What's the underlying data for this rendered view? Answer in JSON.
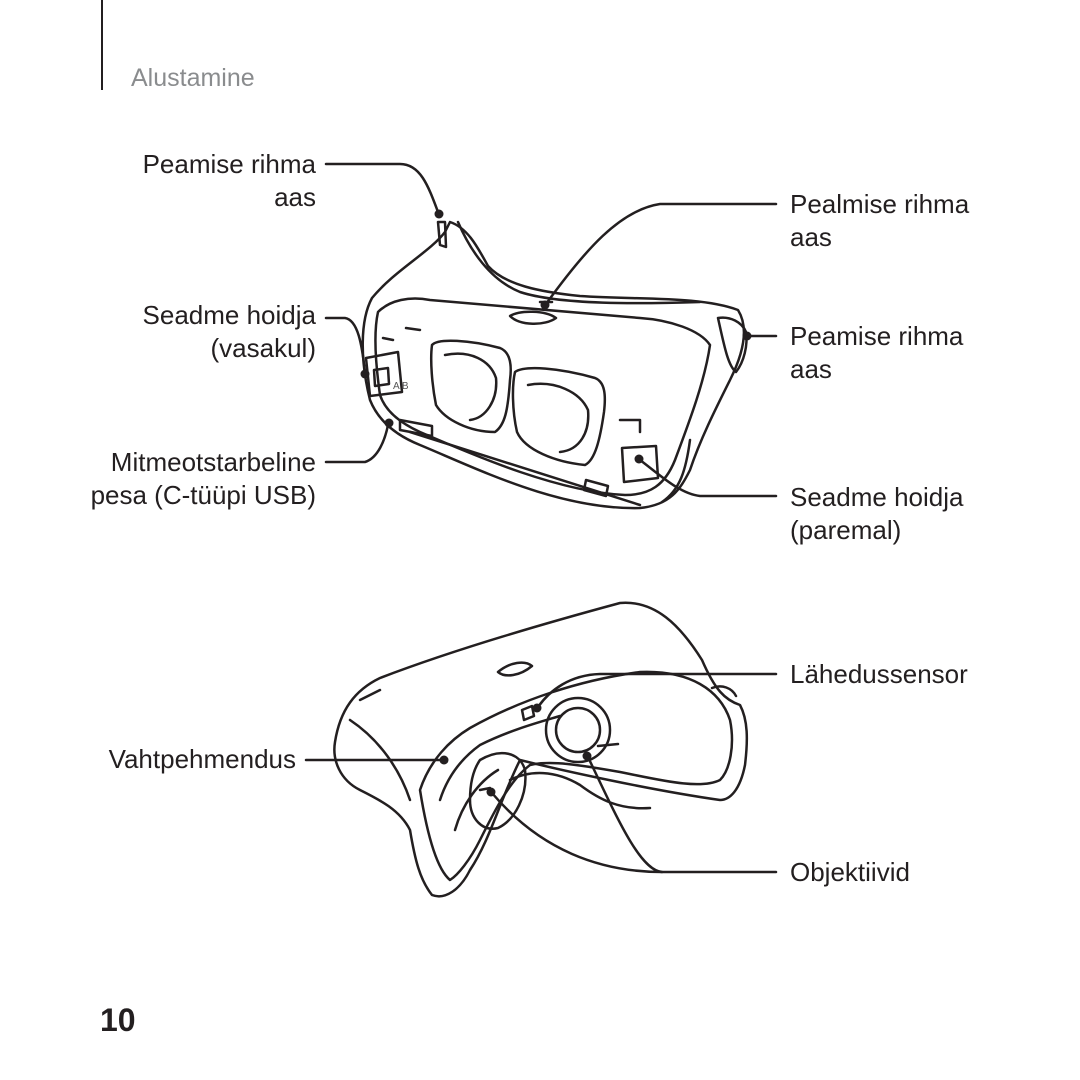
{
  "header": {
    "section_title": "Alustamine"
  },
  "top_figure": {
    "labels": {
      "main_strap_loop_left_line1": "Peamise rihma",
      "main_strap_loop_left_line2": "aas",
      "device_holder_left_line1": "Seadme hoidja",
      "device_holder_left_line2": "(vasakul)",
      "multipurpose_port_line1": "Mitmeotstarbeline",
      "multipurpose_port_line2": "pesa (C-tüüpi USB)",
      "top_strap_loop_line1": "Pealmise rihma",
      "top_strap_loop_line2": "aas",
      "main_strap_loop_right_line1": "Peamise rihma",
      "main_strap_loop_right_line2": "aas",
      "device_holder_right_line1": "Seadme hoidja",
      "device_holder_right_line2": "(paremal)"
    },
    "holder_marks": "A  B"
  },
  "bottom_figure": {
    "labels": {
      "proximity_sensor": "Lähedussensor",
      "foam_cushion": "Vahtpehmendus",
      "lenses": "Objektiivid"
    }
  },
  "footer": {
    "page_number": "10"
  }
}
